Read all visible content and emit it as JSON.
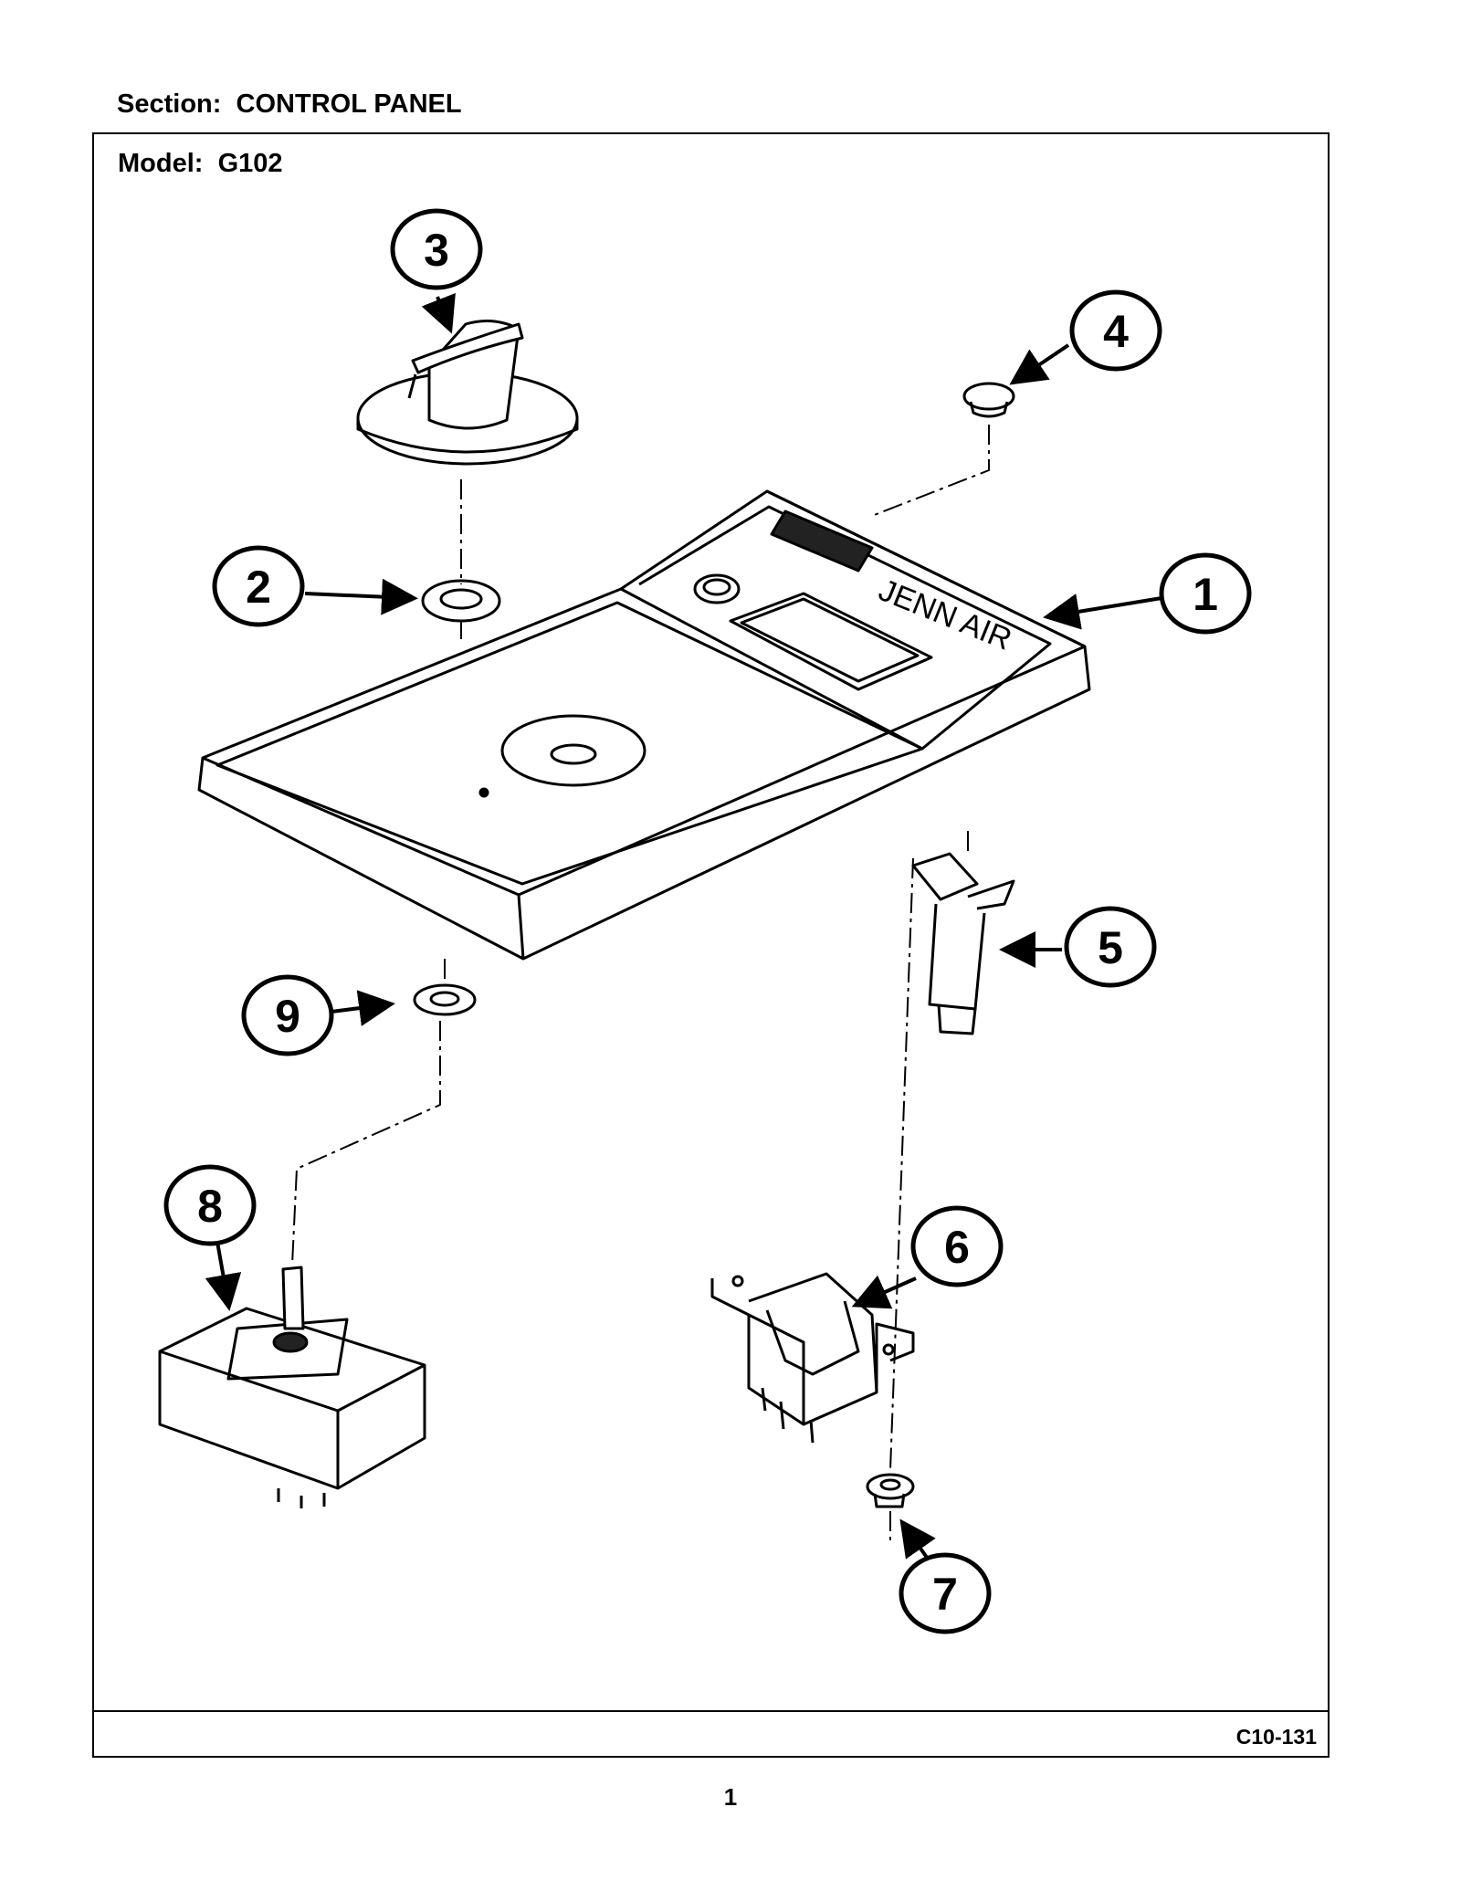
{
  "section": {
    "label": "Section:",
    "value": "CONTROL PANEL"
  },
  "model": {
    "label": "Model:",
    "value": "G102"
  },
  "brand_mark": "JENN AIR",
  "callouts": [
    "1",
    "2",
    "3",
    "4",
    "5",
    "6",
    "7",
    "8",
    "9"
  ],
  "drawing_code": "C10-131",
  "page_number": "1"
}
